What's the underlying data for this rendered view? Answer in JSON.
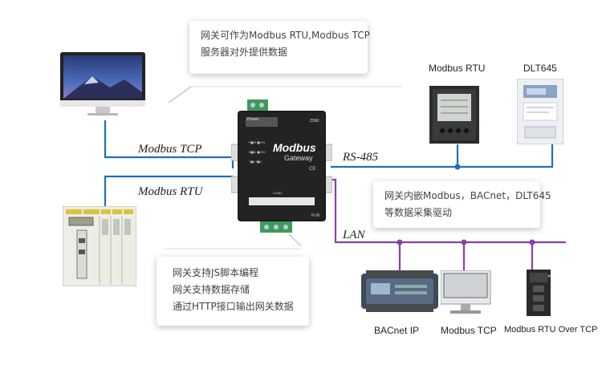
{
  "callouts": {
    "top": {
      "line1": "网关可作为Modbus RTU,Modbus TCP",
      "line2": "服务器对外提供数据"
    },
    "right": {
      "line1": "网关内嵌Modbus，BACnet，DLT645",
      "line2": "等数据采集驱动"
    },
    "bottom": {
      "line1": "网关支持JS脚本编程",
      "line2": "网关支持数据存储",
      "line3": "通过HTTP接口输出网关数据"
    }
  },
  "links": {
    "modbus_tcp": "Modbus TCP",
    "modbus_rtu": "Modbus RTU",
    "rs485": "RS-485",
    "lan": "LAN"
  },
  "gateway": {
    "brand": "Modbus",
    "subtitle": "Gateway",
    "power": "Power",
    "model": "Z060",
    "leds": [
      "PWR",
      "SYS1",
      "WAN",
      "SYS2",
      "TX1",
      "RX1"
    ],
    "com_label": "COM1",
    "fun": "FUN",
    "ce": "CE"
  },
  "devices": {
    "meter_rtu": "Modbus RTU",
    "meter_dlt": "DLT645",
    "bacnet": "BACnet IP",
    "modbus_tcp": "Modbus TCP",
    "rtu_over_tcp": "Modbus RTU Over TCP"
  },
  "colors": {
    "bus_blue": "#1f6fb7",
    "lan_purple": "#8a3fa8"
  }
}
